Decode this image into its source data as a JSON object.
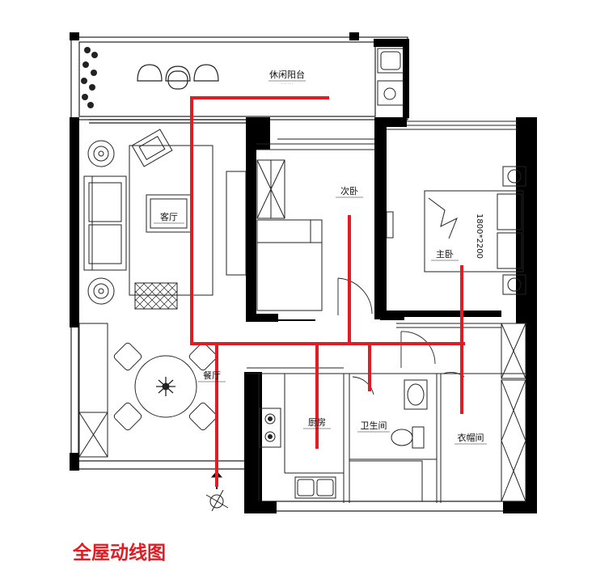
{
  "caption": "全屋动线图",
  "rooms": {
    "balcony": "休闲阳台",
    "living": "客厅",
    "second_bedroom": "次卧",
    "master_bedroom": "主卧",
    "dining": "餐厅",
    "kitchen": "厨房",
    "bathroom": "卫生间",
    "cloakroom": "衣帽间",
    "bed_size": "1800*2200"
  },
  "colors": {
    "route": "#e31b23",
    "wall": "#000000",
    "line": "#222222"
  }
}
